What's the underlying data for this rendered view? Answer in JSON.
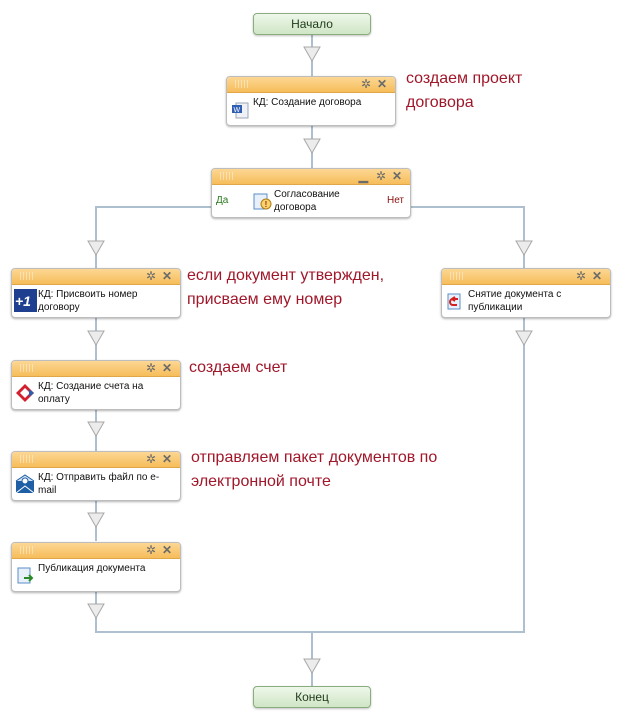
{
  "start": {
    "label": "Начало"
  },
  "end": {
    "label": "Конец"
  },
  "nodes": {
    "create_contract": {
      "title": "КД: Создание договора",
      "icon": "word-document-icon"
    },
    "approval": {
      "title": "Согласование договора",
      "icon": "approval-warning-icon",
      "yes": "Да",
      "no": "Нет"
    },
    "assign_number": {
      "title": "КД: Присвоить номер договору",
      "icon": "plus-one-icon"
    },
    "create_invoice": {
      "title": "КД: Создание счета на оплату",
      "icon": "pdf-invoice-icon"
    },
    "send_email": {
      "title": "КД: Отправить файл по e-mail",
      "icon": "email-icon"
    },
    "publish": {
      "title": "Публикация документа",
      "icon": "publish-document-icon"
    },
    "unpublish": {
      "title": "Снятие документа с публикации",
      "icon": "unpublish-document-icon"
    }
  },
  "notes": {
    "n1": "создаем проект договора",
    "n2": "если документ утвержден, присваем ему номер",
    "n3": "создаем счет",
    "n4": "отправляем пакет документов по электронной почте"
  },
  "controls": {
    "gear": "✲",
    "close": "✕",
    "minimize": "▁"
  },
  "colors": {
    "note": "#a0172a",
    "header": "#f6bd5a",
    "line": "#aebfcf",
    "terminal": "#cfe6c5"
  }
}
